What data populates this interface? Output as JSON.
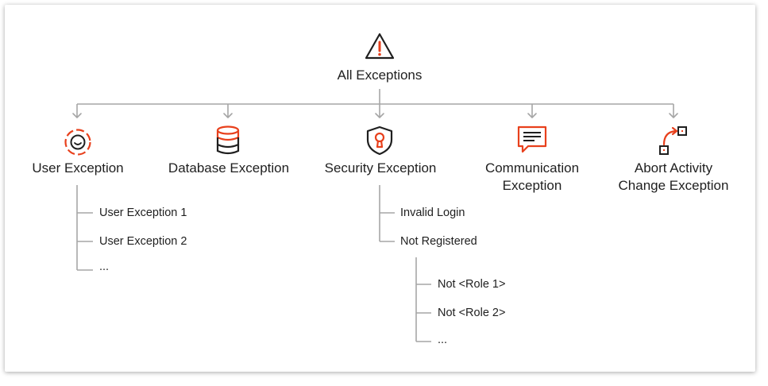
{
  "root": {
    "label": "All Exceptions",
    "icon": "warning-icon"
  },
  "categories": [
    {
      "label": "User Exception",
      "icon": "user-face-icon"
    },
    {
      "label": "Database Exception",
      "icon": "database-icon"
    },
    {
      "label": "Security Exception",
      "icon": "shield-lock-icon"
    },
    {
      "label_line1": "Communication",
      "label_line2": "Exception",
      "icon": "message-icon"
    },
    {
      "label_line1": "Abort Activity",
      "label_line2": "Change Exception",
      "icon": "abort-path-icon"
    }
  ],
  "user_children": [
    "User Exception 1",
    "User Exception 2",
    "..."
  ],
  "security_children": [
    "Invalid Login",
    "Not Registered"
  ],
  "not_registered_children": [
    "Not <Role 1>",
    "Not <Role 2>",
    "..."
  ],
  "colors": {
    "accent": "#e8401c",
    "dark": "#1f1f1f",
    "line": "#a6a6a6"
  }
}
